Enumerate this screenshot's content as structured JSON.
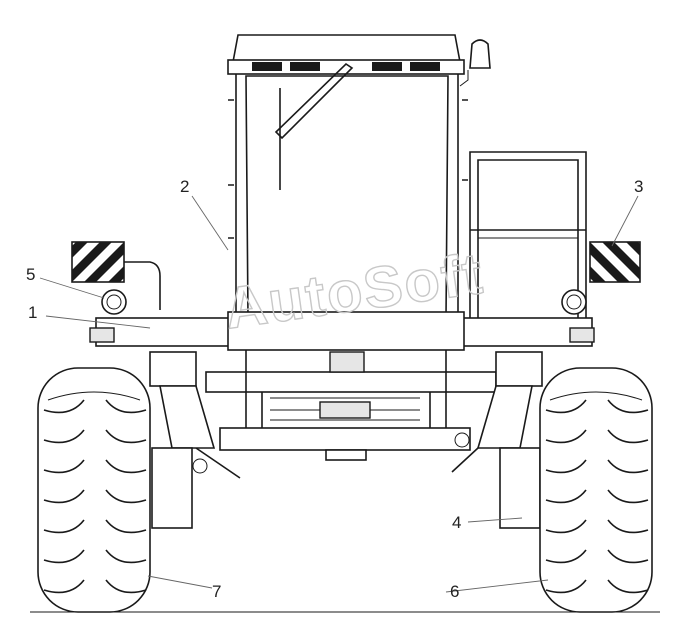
{
  "watermark": "AutoSoft",
  "callouts": [
    {
      "id": "1",
      "label": "1"
    },
    {
      "id": "2",
      "label": "2"
    },
    {
      "id": "3",
      "label": "3"
    },
    {
      "id": "4",
      "label": "4"
    },
    {
      "id": "5",
      "label": "5"
    },
    {
      "id": "6",
      "label": "6"
    },
    {
      "id": "7",
      "label": "7"
    }
  ],
  "colors": {
    "line": "#1a1a1a",
    "watermark": "#c8c8c8",
    "background": "#ffffff"
  }
}
